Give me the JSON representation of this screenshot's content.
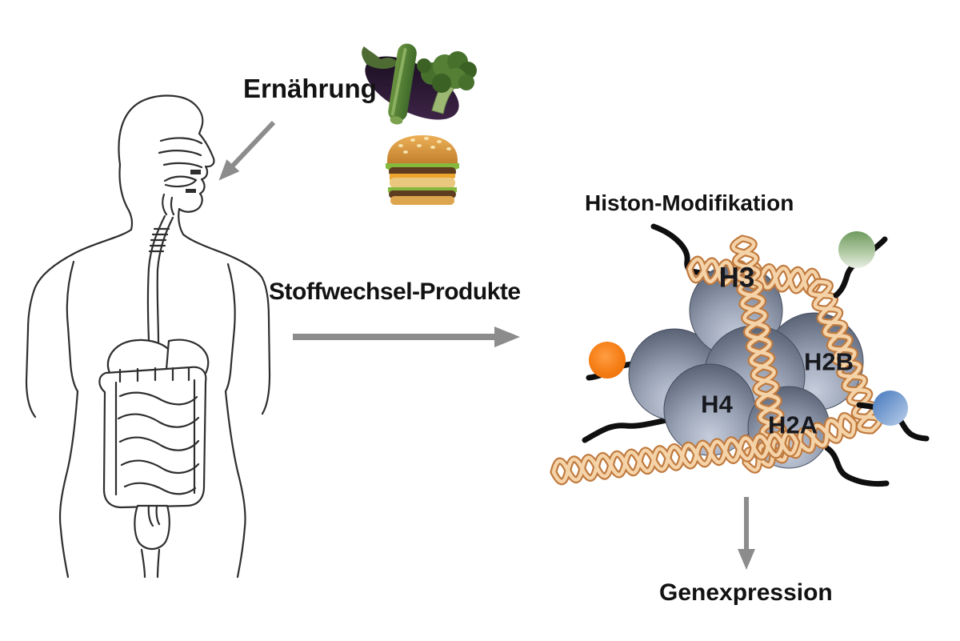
{
  "diagram": {
    "labels": {
      "nutrition": "Ernährung",
      "metabolites": "Stoffwechsel-Produkte",
      "histone_modification": "Histon-Modifikation",
      "gene_expression": "Genexpression"
    },
    "histones": {
      "h3": "H3",
      "h2b": "H2B",
      "h4": "H4",
      "h2a": "H2A"
    },
    "icons": {
      "body": "human-digestive-system-icon",
      "vegetables": "vegetables-icon",
      "burger": "burger-icon",
      "dna": "dna-helix-icon",
      "modification_balls": [
        "green-ball-icon",
        "orange-ball-icon",
        "blue-ball-icon"
      ],
      "arrows": [
        "nutrition-arrow",
        "metabolites-arrow",
        "gene-expression-arrow"
      ]
    },
    "colors": {
      "modification_green": "#7fa36f",
      "modification_orange": "#f57d15",
      "modification_blue": "#5b87c5",
      "histone_sphere_gray": "#99a2b4",
      "dna_light": "#f5d3a8",
      "dna_dark": "#c07a3e",
      "arrow_gray": "#8c8c8c",
      "tail_black": "#0f0f0f"
    }
  }
}
